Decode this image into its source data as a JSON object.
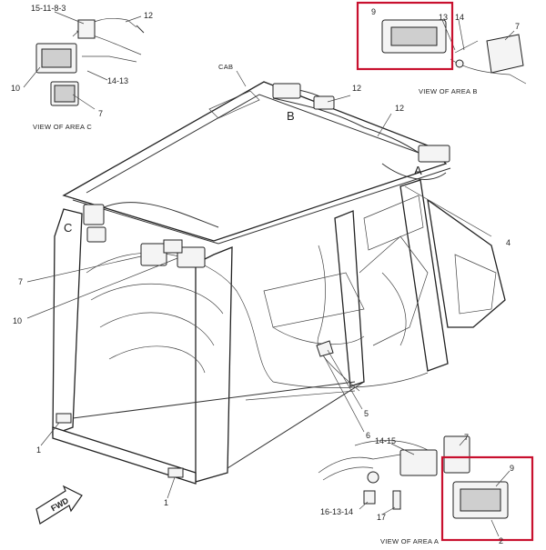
{
  "labels": {
    "top_left_code": "15-11-8-3",
    "l12_topleft": "12",
    "l10_left": "10",
    "l14_13_left": "14-13",
    "l7_left": "7",
    "view_c": "VIEW OF AREA C",
    "cab": "CAB",
    "l12_mid": "12",
    "l12_right": "12",
    "area_b": "B",
    "area_a": "A",
    "area_c": "C",
    "l9_top": "9",
    "l13_top": "13",
    "l14_top": "14",
    "l7_top": "7",
    "view_b": "VIEW OF AREA B",
    "l4": "4",
    "l7_mid": "7",
    "l10_mid": "10",
    "l5": "5",
    "l6": "6",
    "l1_left": "1",
    "l1_bottom": "1",
    "fwd": "FWD",
    "l14_15": "14-15",
    "l7_bottom": "7",
    "l9_bottom": "9",
    "l16_13_14": "16-13-14",
    "l17": "17",
    "l2": "2",
    "view_a": "VIEW OF AREA A"
  },
  "colors": {
    "highlight": "#c8102e",
    "line": "#222222"
  }
}
